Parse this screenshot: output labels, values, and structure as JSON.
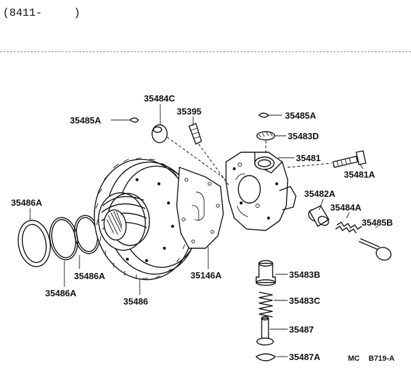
{
  "header": {
    "range_open": "(8411-",
    "range_close": ")"
  },
  "labels": {
    "p35484C": "35484C",
    "p35395": "35395",
    "p35485A_left": "35485A",
    "p35485A_right": "35485A",
    "p35483D": "35483D",
    "p35481": "35481",
    "p35481A": "35481A",
    "p35482A": "35482A",
    "p35484A": "35484A",
    "p35485B": "35485B",
    "p35486A_top": "35486A",
    "p35486A_mid": "35486A",
    "p35486A_bot": "35486A",
    "p35486": "35486",
    "p35146A": "35146A",
    "p35483B": "35483B",
    "p35483C": "35483C",
    "p35487": "35487",
    "p35487A": "35487A"
  },
  "footer": {
    "ref_prefix": "MC",
    "ref_code": "B719-A"
  }
}
